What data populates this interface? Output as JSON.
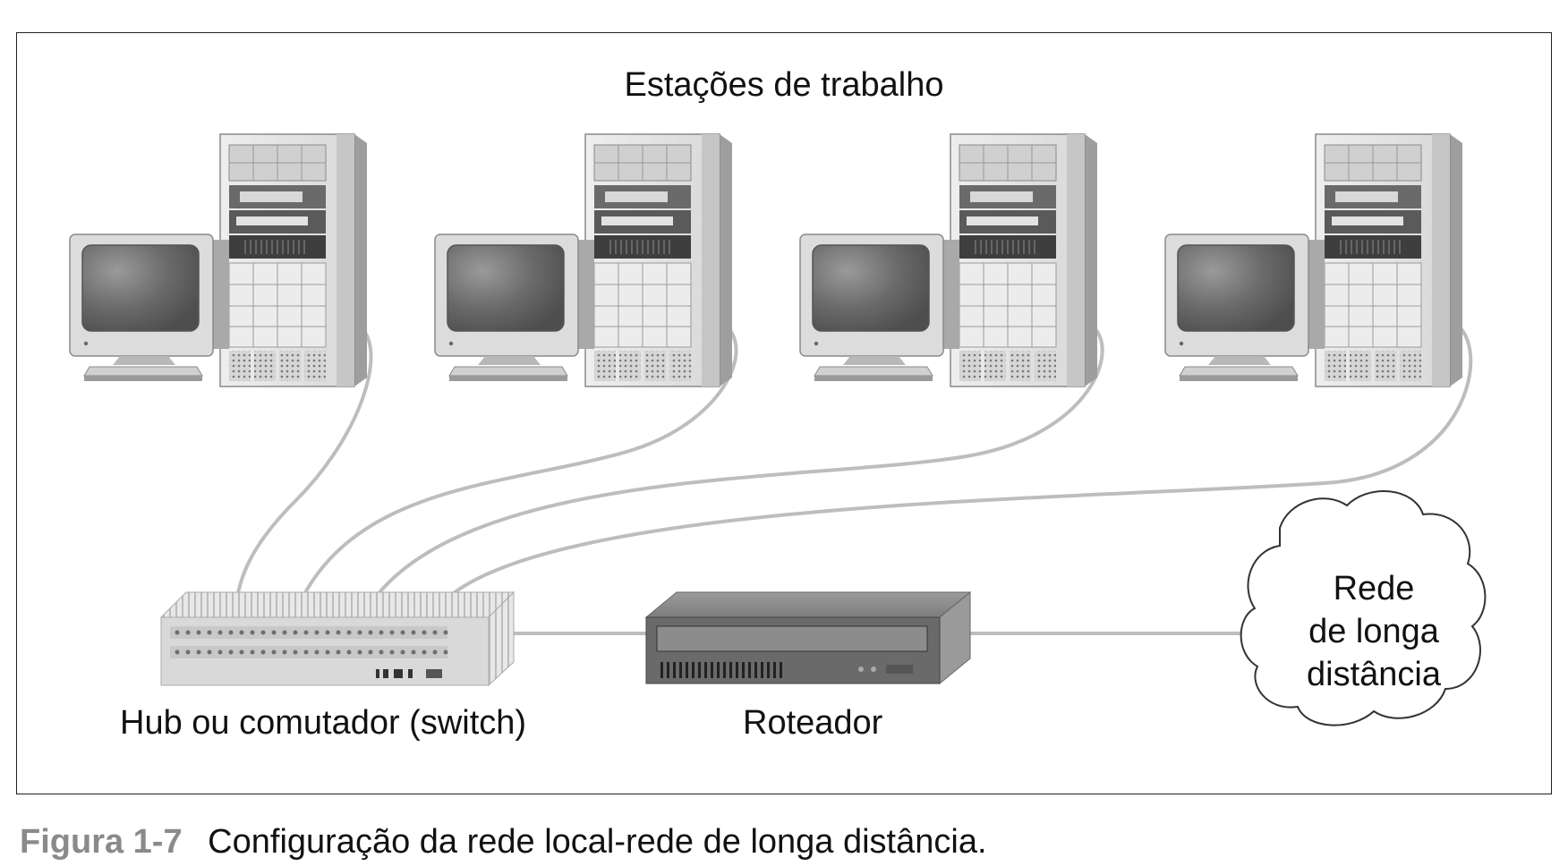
{
  "diagram": {
    "title": "Estações de trabalho",
    "workstation_count": 4,
    "hub_label": "Hub ou comutador (switch)",
    "router_label": "Roteador",
    "wan_label_lines": [
      "Rede",
      "de longa",
      "distância"
    ]
  },
  "caption": {
    "number": "Figura 1-7",
    "text": "Configuração da rede local-rede de longa distância."
  },
  "colors": {
    "cable": "#bdbdbd",
    "frame": "#222222",
    "caption_number": "#8a8a8a"
  }
}
